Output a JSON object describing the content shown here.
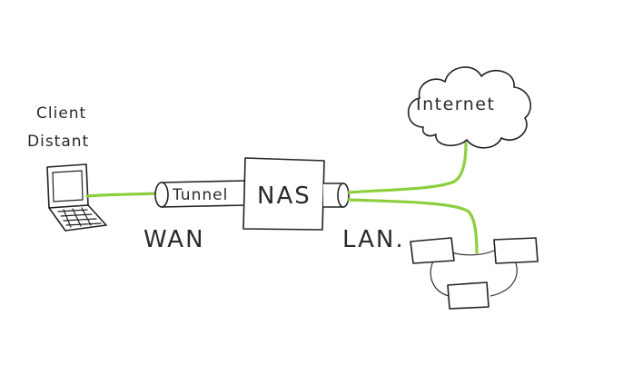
{
  "nodes": {
    "client_line1": "Client",
    "client_line2": "Distant",
    "tunnel": "Tunnel",
    "nas": "NAS",
    "internet": "Internet",
    "wan": "WAN",
    "lan": "LAN."
  },
  "colors": {
    "wire": "#8ccf3e",
    "ink": "#222222",
    "background": "#ffffff"
  }
}
